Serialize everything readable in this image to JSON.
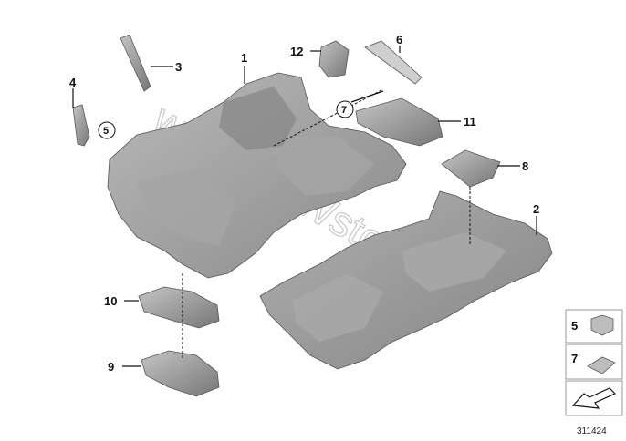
{
  "watermark": "www.BMWstore.pl",
  "doc_number": "311424",
  "callouts": {
    "c1": "1",
    "c2": "2",
    "c3": "3",
    "c4": "4",
    "c5": "5",
    "c6": "6",
    "c7": "7",
    "c8": "8",
    "c9": "9",
    "c10": "10",
    "c11": "11",
    "c12": "12"
  },
  "legend": {
    "item_a": "5",
    "item_b": "7"
  },
  "colors": {
    "part_fill": "#9a9a9a",
    "part_dark": "#7d7d7d",
    "part_light": "#b8b8b8"
  }
}
